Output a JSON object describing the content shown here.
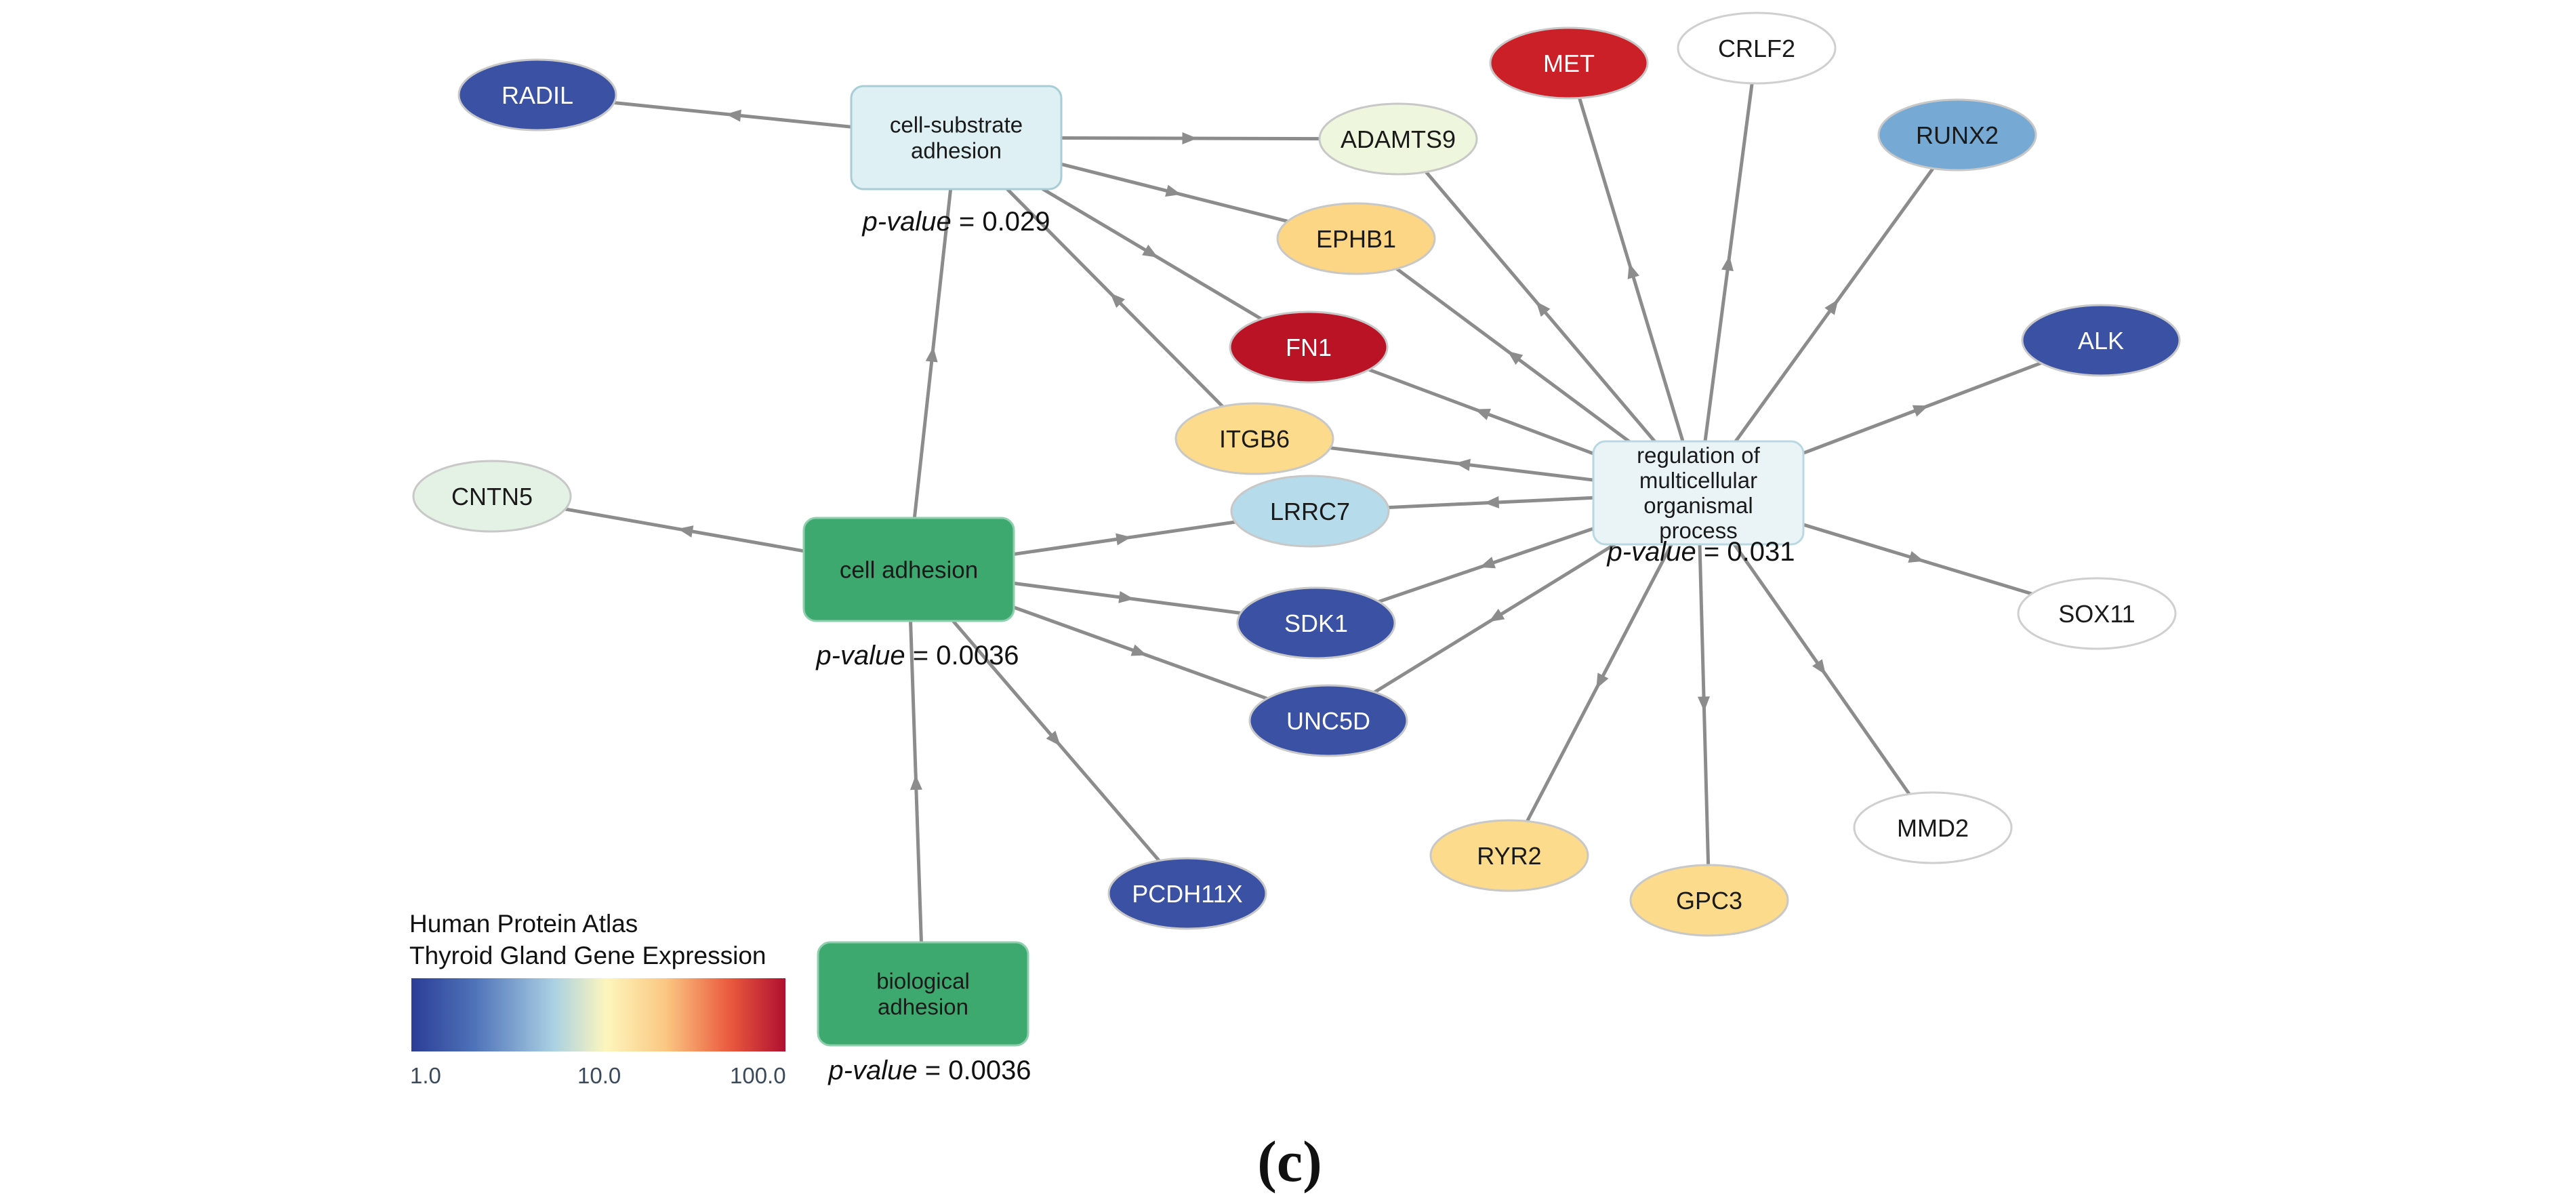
{
  "colors": {
    "edge": "#8c8c8c",
    "process_node_strong": "#3da96f",
    "process_node_light": "#def0f3",
    "gradient": [
      "#2b3d96",
      "#4f73b9",
      "#aad0e3",
      "#fdf6bd",
      "#fbc782",
      "#ea5a3e",
      "#b01030"
    ]
  },
  "processes": [
    {
      "id": "cell_substrate",
      "lines": [
        "cell-substrate",
        "adhesion"
      ],
      "p_label": "p-value",
      "p_value": "= 0.029",
      "fill": "#def0f3",
      "text_dark": true
    },
    {
      "id": "cell_adhesion",
      "lines": [
        "cell adhesion"
      ],
      "p_label": "p-value",
      "p_value": "= 0.0036",
      "fill": "#3da96f",
      "text_dark": true
    },
    {
      "id": "biological_adhesion",
      "lines": [
        "biological",
        "adhesion"
      ],
      "p_label": "p-value",
      "p_value": "= 0.0036",
      "fill": "#3da96f",
      "text_dark": true
    },
    {
      "id": "regulation",
      "lines": [
        "regulation of",
        "multicellular",
        "organismal",
        "process"
      ],
      "p_label": "p-value",
      "p_value": "= 0.031",
      "fill": "#eaf4f7",
      "text_dark": true
    }
  ],
  "genes": [
    {
      "id": "RADIL",
      "label": "RADIL",
      "fill": "#3a51a4",
      "text_dark": false
    },
    {
      "id": "ADAMTS9",
      "label": "ADAMTS9",
      "fill": "#eef6de",
      "text_dark": true
    },
    {
      "id": "EPHB1",
      "label": "EPHB1",
      "fill": "#fcd585",
      "text_dark": true
    },
    {
      "id": "FN1",
      "label": "FN1",
      "fill": "#ba1326",
      "text_dark": false
    },
    {
      "id": "MET",
      "label": "MET",
      "fill": "#cc2028",
      "text_dark": false
    },
    {
      "id": "CRLF2",
      "label": "CRLF2",
      "fill": "#ffffff",
      "text_dark": true
    },
    {
      "id": "RUNX2",
      "label": "RUNX2",
      "fill": "#76a9d3",
      "text_dark": true
    },
    {
      "id": "ALK",
      "label": "ALK",
      "fill": "#3a51a4",
      "text_dark": false
    },
    {
      "id": "ITGB6",
      "label": "ITGB6",
      "fill": "#fddb8c",
      "text_dark": true
    },
    {
      "id": "LRRC7",
      "label": "LRRC7",
      "fill": "#b6dbeb",
      "text_dark": true
    },
    {
      "id": "CNTN5",
      "label": "CNTN5",
      "fill": "#e4f2e5",
      "text_dark": true
    },
    {
      "id": "SDK1",
      "label": "SDK1",
      "fill": "#3a51a4",
      "text_dark": false
    },
    {
      "id": "UNC5D",
      "label": "UNC5D",
      "fill": "#3a51a4",
      "text_dark": false
    },
    {
      "id": "PCDH11X",
      "label": "PCDH11X",
      "fill": "#3a51a4",
      "text_dark": false
    },
    {
      "id": "SOX11",
      "label": "SOX11",
      "fill": "#ffffff",
      "text_dark": true
    },
    {
      "id": "MMD2",
      "label": "MMD2",
      "fill": "#ffffff",
      "text_dark": true
    },
    {
      "id": "RYR2",
      "label": "RYR2",
      "fill": "#fddb8c",
      "text_dark": true
    },
    {
      "id": "GPC3",
      "label": "GPC3",
      "fill": "#fddb8c",
      "text_dark": true
    }
  ],
  "edges": [
    {
      "from": "cell_substrate",
      "to": "RADIL"
    },
    {
      "from": "cell_substrate",
      "to": "ADAMTS9"
    },
    {
      "from": "cell_substrate",
      "to": "EPHB1"
    },
    {
      "from": "cell_substrate",
      "to": "FN1"
    },
    {
      "from": "ITGB6",
      "to": "cell_substrate"
    },
    {
      "from": "cell_adhesion",
      "to": "cell_substrate"
    },
    {
      "from": "biological_adhesion",
      "to": "cell_adhesion"
    },
    {
      "from": "cell_adhesion",
      "to": "CNTN5"
    },
    {
      "from": "cell_adhesion",
      "to": "LRRC7"
    },
    {
      "from": "cell_adhesion",
      "to": "SDK1"
    },
    {
      "from": "cell_adhesion",
      "to": "UNC5D"
    },
    {
      "from": "cell_adhesion",
      "to": "PCDH11X"
    },
    {
      "from": "regulation",
      "to": "ADAMTS9"
    },
    {
      "from": "regulation",
      "to": "EPHB1"
    },
    {
      "from": "regulation",
      "to": "FN1"
    },
    {
      "from": "regulation",
      "to": "MET"
    },
    {
      "from": "regulation",
      "to": "CRLF2"
    },
    {
      "from": "regulation",
      "to": "RUNX2"
    },
    {
      "from": "regulation",
      "to": "ALK"
    },
    {
      "from": "regulation",
      "to": "ITGB6"
    },
    {
      "from": "regulation",
      "to": "LRRC7"
    },
    {
      "from": "regulation",
      "to": "SDK1"
    },
    {
      "from": "regulation",
      "to": "UNC5D"
    },
    {
      "from": "regulation",
      "to": "SOX11"
    },
    {
      "from": "regulation",
      "to": "MMD2"
    },
    {
      "from": "regulation",
      "to": "RYR2"
    },
    {
      "from": "regulation",
      "to": "GPC3"
    }
  ],
  "legend": {
    "title_line1": "Human Protein Atlas",
    "title_line2": "Thyroid Gland Gene Expression",
    "tick_min": "1.0",
    "tick_mid": "10.0",
    "tick_max": "100.0"
  },
  "panel_label": "(c)"
}
